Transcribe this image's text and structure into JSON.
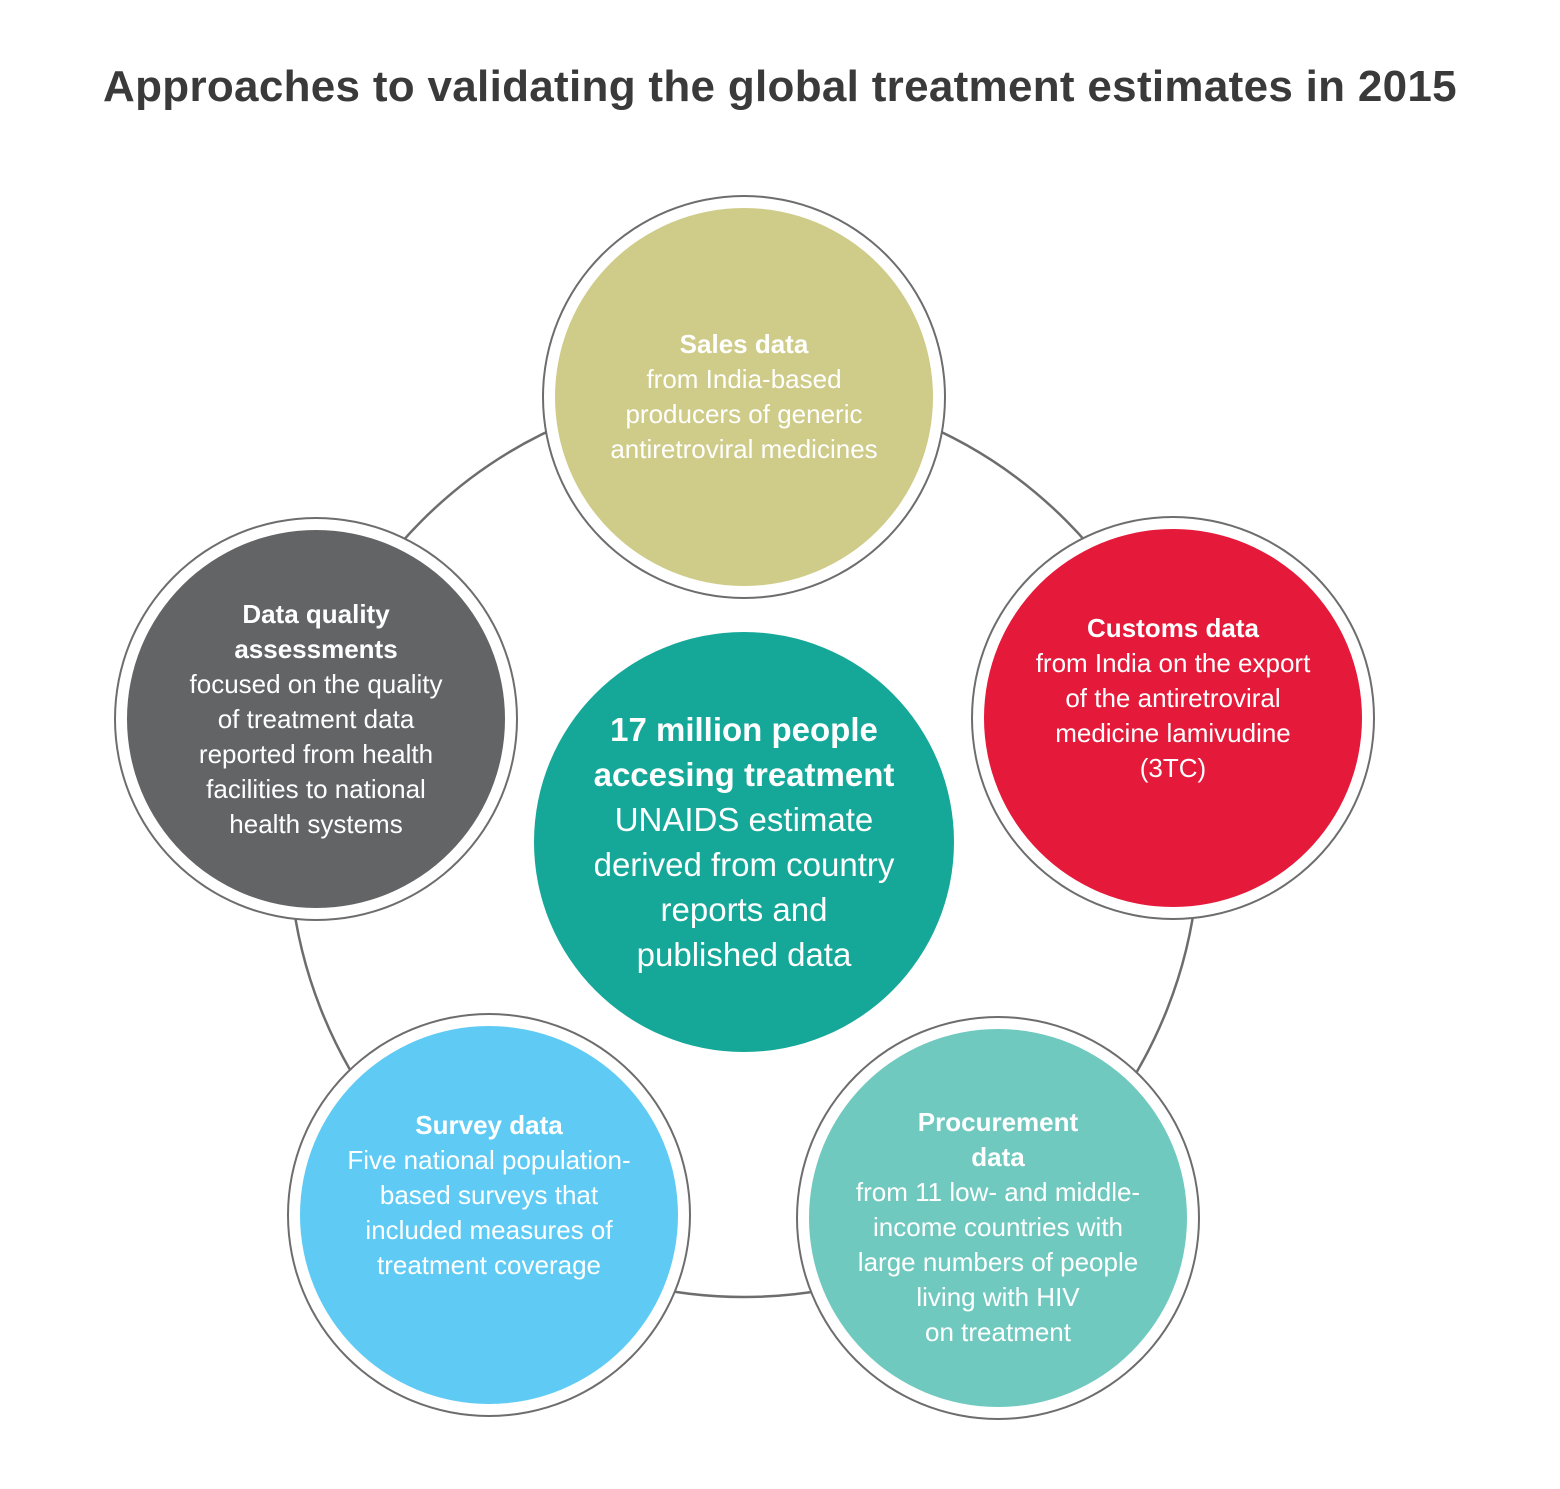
{
  "title": "Approaches to validating the global treatment estimates in 2015",
  "colors": {
    "sales": "#cfcb88",
    "customs": "#e5193a",
    "procurement": "#70c9bf",
    "survey": "#5fcbf4",
    "quality": "#636466",
    "center": "#15a899",
    "ring": "#6d6d6d"
  },
  "center": {
    "head_lines": [
      "17 million people",
      "accesing treatment"
    ],
    "body_lines": [
      "UNAIDS estimate",
      "derived from country",
      "reports and",
      "published data"
    ]
  },
  "nodes": {
    "sales": {
      "head_lines": [
        "Sales data"
      ],
      "body_lines": [
        "from India-based",
        "producers of generic",
        "antiretroviral medicines"
      ]
    },
    "customs": {
      "head_lines": [
        "Customs data"
      ],
      "body_lines": [
        "from India on the export",
        "of the antiretroviral",
        "medicine lamivudine",
        "(3TC)"
      ]
    },
    "procurement": {
      "head_lines": [
        "Procurement",
        "data"
      ],
      "body_lines": [
        "from 11 low- and middle-",
        "income countries with",
        "large numbers of people",
        "living with HIV",
        "on treatment"
      ]
    },
    "survey": {
      "head_lines": [
        "Survey data"
      ],
      "body_lines": [
        "Five national population-",
        "based surveys that",
        "included measures of",
        "treatment coverage"
      ]
    },
    "quality": {
      "head_lines": [
        "Data quality",
        "assessments"
      ],
      "body_lines": [
        "focused on the quality",
        "of treatment data",
        "reported from health",
        "facilities to national",
        "health systems"
      ]
    }
  }
}
